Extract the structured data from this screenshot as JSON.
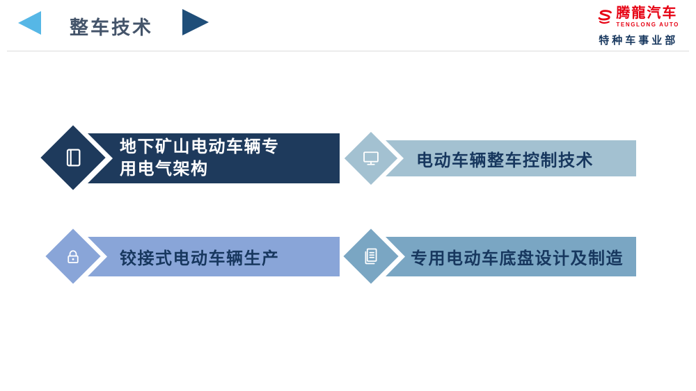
{
  "header": {
    "title": "整车技术",
    "left_triangle_color": "#56B7E6",
    "right_triangle_color": "#1F4E79"
  },
  "logo": {
    "brand": "腾龍汽车",
    "brand_en": "TENGLONG AUTO",
    "division": "特种车事业部",
    "brand_color": "#E60012",
    "division_color": "#17375E"
  },
  "items": [
    {
      "label": "地下矿山电动车辆专\n用电气架构",
      "icon": "book-icon",
      "bg_color": "#1E3A5C",
      "text_color": "#FFFFFF"
    },
    {
      "label": "电动车辆整车控制技术",
      "icon": "monitor-icon",
      "bg_color": "#A3C1D1",
      "text_color": "#17375E"
    },
    {
      "label": "铰接式电动车辆生产",
      "icon": "lock-icon",
      "bg_color": "#89A5D8",
      "text_color": "#17375E"
    },
    {
      "label": "专用电动车底盘设计及制造",
      "icon": "document-icon",
      "bg_color": "#7AA6C3",
      "text_color": "#17375E"
    }
  ]
}
